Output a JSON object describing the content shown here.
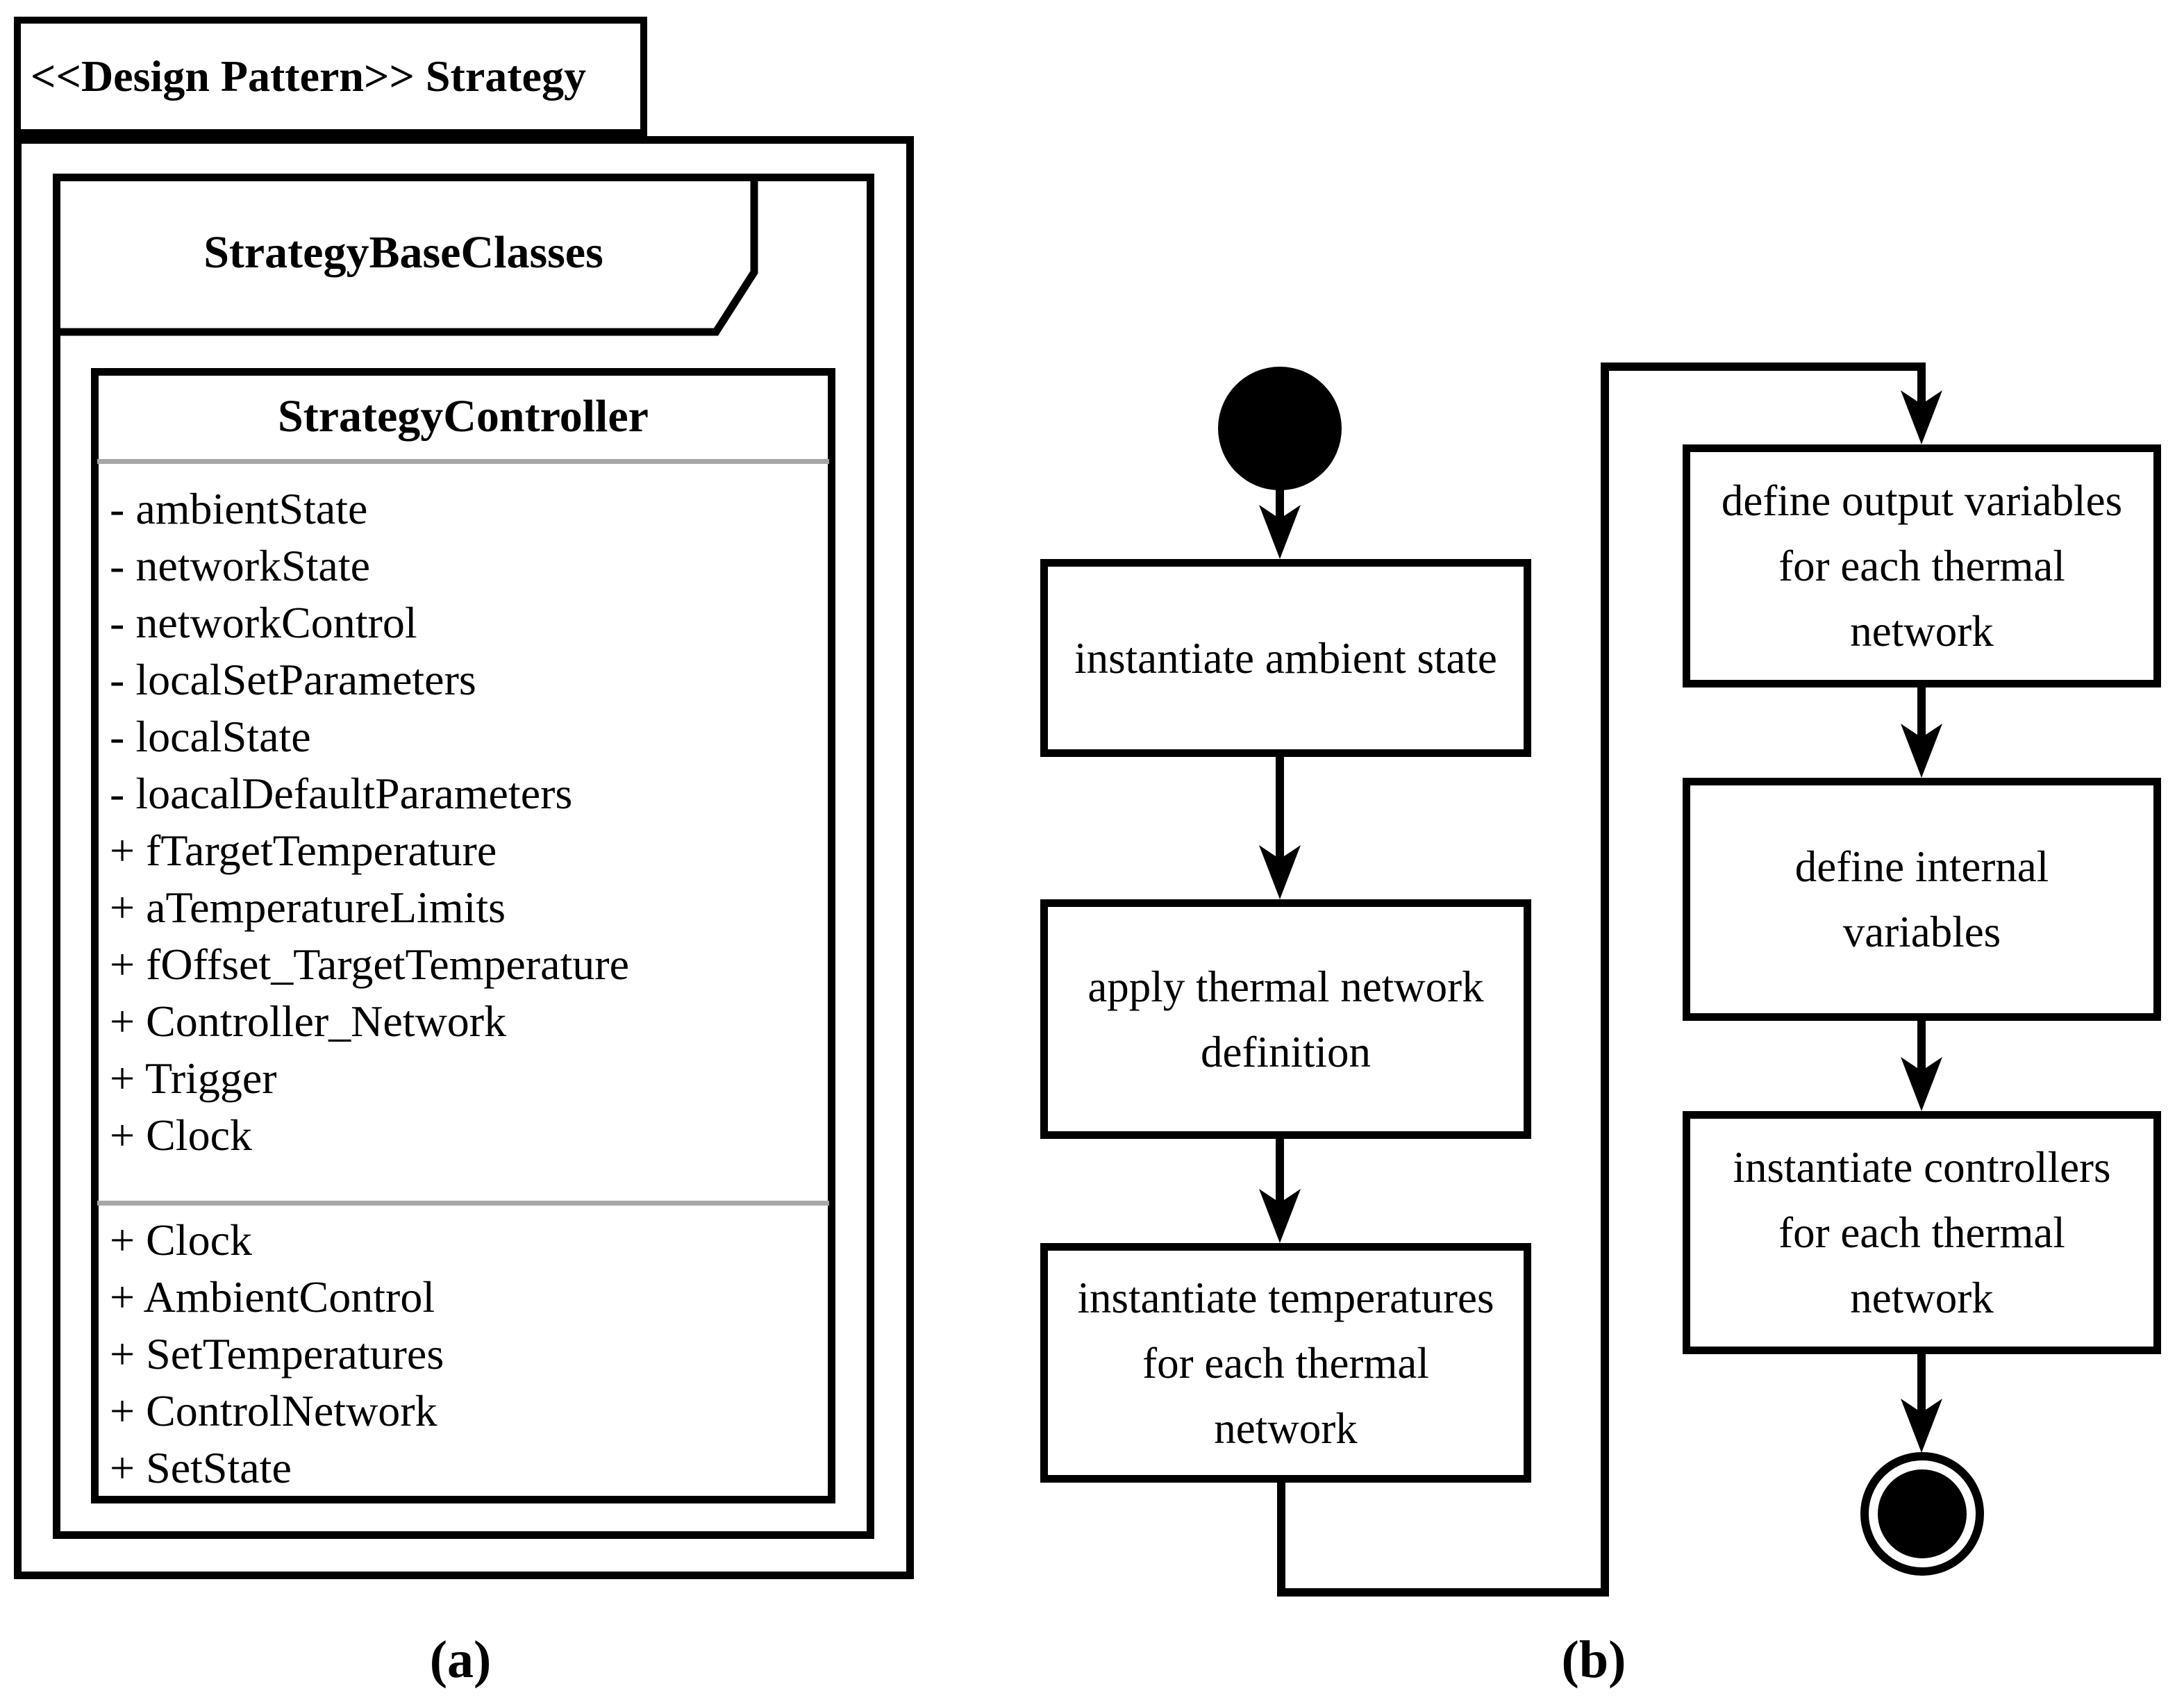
{
  "panel_labels": {
    "a": "(a)",
    "b": "(b)"
  },
  "uml_package": {
    "stereotype_title": "<<Design Pattern>> Strategy",
    "inner_package_name": "StrategyBaseClasses",
    "class": {
      "name": "StrategyController",
      "attributes": [
        "- ambientState",
        "- networkState",
        "- networkControl",
        "- localSetParameters",
        "- localState",
        "- loacalDefaultParameters",
        "+ fTargetTemperature",
        "+ aTemperatureLimits",
        "+ fOffset_TargetTemperature",
        "+ Controller_Network",
        "+ Trigger",
        "+ Clock"
      ],
      "operations": [
        "+ Clock",
        "+ AmbientControl",
        "+ SetTemperatures",
        "+ ControlNetwork",
        "+ SetState"
      ]
    }
  },
  "activity_diagram": {
    "steps": [
      {
        "id": "instantiate-ambient-state",
        "label": "instantiate ambient state"
      },
      {
        "id": "apply-thermal-network-definition",
        "label": "apply thermal network\ndefinition"
      },
      {
        "id": "instantiate-temperatures",
        "label": "instantiate temperatures\nfor each thermal\nnetwork"
      },
      {
        "id": "define-output-variables",
        "label": "define output variables\nfor each thermal\nnetwork"
      },
      {
        "id": "define-internal-variables",
        "label": "define internal\nvariables"
      },
      {
        "id": "instantiate-controllers",
        "label": "instantiate controllers\nfor each thermal\nnetwork"
      }
    ]
  },
  "colors": {
    "line": "#000000",
    "divider": "#a6a6a6",
    "background": "#ffffff"
  }
}
